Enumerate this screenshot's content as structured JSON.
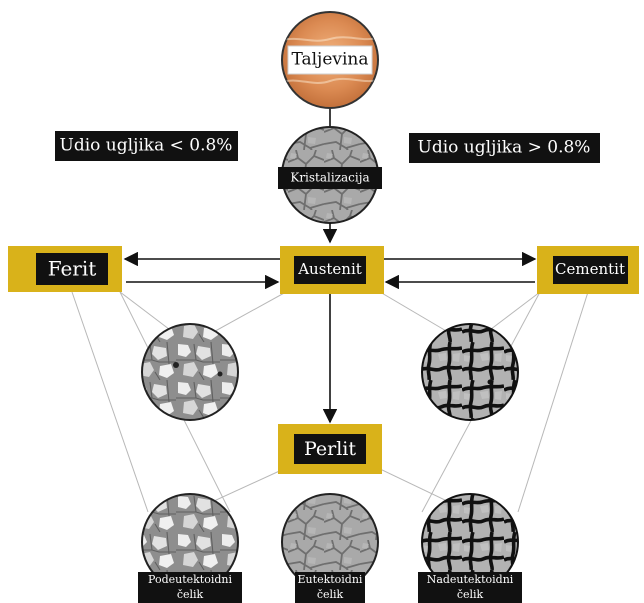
{
  "nodes": {
    "taljevina": "Taljevina",
    "kristalizacija": "Kristalizacija",
    "austenit": "Austenit",
    "ferit": "Ferit",
    "cementit": "Cementit",
    "perlit": "Perlit"
  },
  "conditions": {
    "low": "Udio ugljika < 0.8%",
    "high": "Udio ugljika > 0.8%"
  },
  "steels": {
    "hypo_line1": "Podeutektoidni",
    "hypo_line2": "čelik",
    "eut_line1": "Eutektoidni",
    "eut_line2": "čelik",
    "hyper_line1": "Nadeutektoidni",
    "hyper_line2": "čelik"
  },
  "colors": {
    "gold": "#d9b21a",
    "black": "#111111",
    "melt": "#d9844a",
    "grain_gray": "#9a9a9a",
    "ferrite_white": "#e8e8e8"
  }
}
